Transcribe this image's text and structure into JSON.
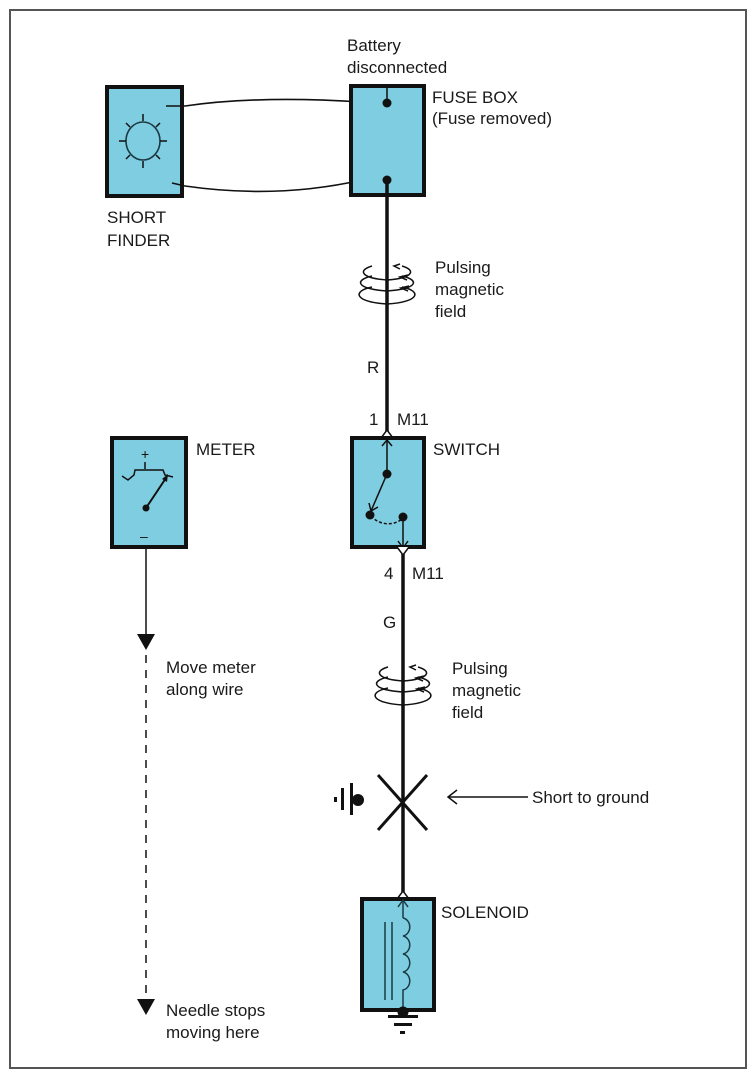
{
  "diagram": {
    "title": "Short finder troubleshooting diagram",
    "colors": {
      "component_fill": "#7fcde0",
      "line": "#111111",
      "frame": "#555555"
    },
    "components": {
      "short_finder": {
        "label_line1": "SHORT",
        "label_line2": "FINDER"
      },
      "fuse_box": {
        "label_line1": "FUSE BOX",
        "label_line2": "(Fuse removed)"
      },
      "battery_note": {
        "line1": "Battery",
        "line2": "disconnected"
      },
      "meter": {
        "label": "METER",
        "plus": "+",
        "minus": "–"
      },
      "switch": {
        "label": "SWITCH"
      },
      "solenoid": {
        "label": "SOLENOID"
      }
    },
    "field_note_upper": {
      "line1": "Pulsing",
      "line2": "magnetic",
      "line3": "field"
    },
    "field_note_lower": {
      "line1": "Pulsing",
      "line2": "magnetic",
      "line3": "field"
    },
    "wires": {
      "upper": {
        "color_code": "R",
        "pin": "1",
        "connector": "M11"
      },
      "lower": {
        "color_code": "G",
        "pin": "4",
        "connector": "M11"
      }
    },
    "annotations": {
      "short_to_ground": "Short to ground",
      "move_meter_line1": "Move meter",
      "move_meter_line2": "along wire",
      "needle_stops_line1": "Needle stops",
      "needle_stops_line2": "moving here"
    }
  }
}
